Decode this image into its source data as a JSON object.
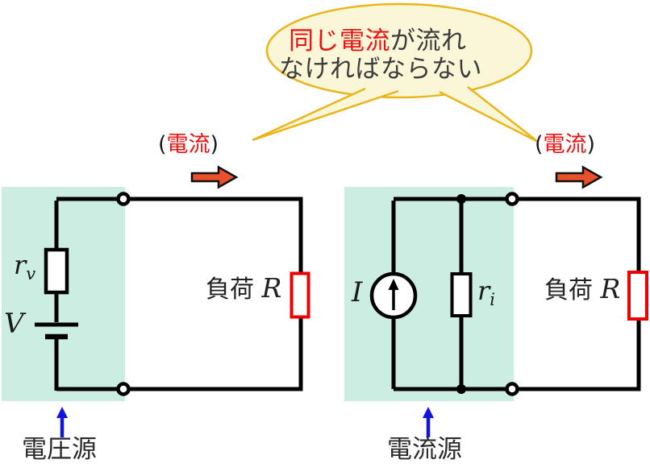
{
  "colors": {
    "highlight_red": "#ee1111",
    "load_border_red": "#ee0000",
    "source_box_green": "#cceee2",
    "bubble_fill": "#faf6d8",
    "bubble_border": "#eab519",
    "arrow_fill": "#e8512b",
    "pointer_blue": "#1414e0",
    "wire_black": "#000000",
    "text_dark": "#3c3c3c"
  },
  "speech_bubble": {
    "line1_highlight": "同じ電流",
    "line1_rest": "が流れ",
    "line2": "なければならない"
  },
  "current_flow_label": {
    "open": "(",
    "word": "電流",
    "close": ")"
  },
  "left_circuit": {
    "name": "電圧源",
    "internal_resistance": {
      "symbol": "r",
      "subscript": "v"
    },
    "source_symbol": "V",
    "load": {
      "text": "負荷",
      "symbol": "R"
    }
  },
  "right_circuit": {
    "name": "電流源",
    "internal_resistance": {
      "symbol": "r",
      "subscript": "i"
    },
    "source_symbol": "I",
    "load": {
      "text": "負荷",
      "symbol": "R"
    }
  }
}
